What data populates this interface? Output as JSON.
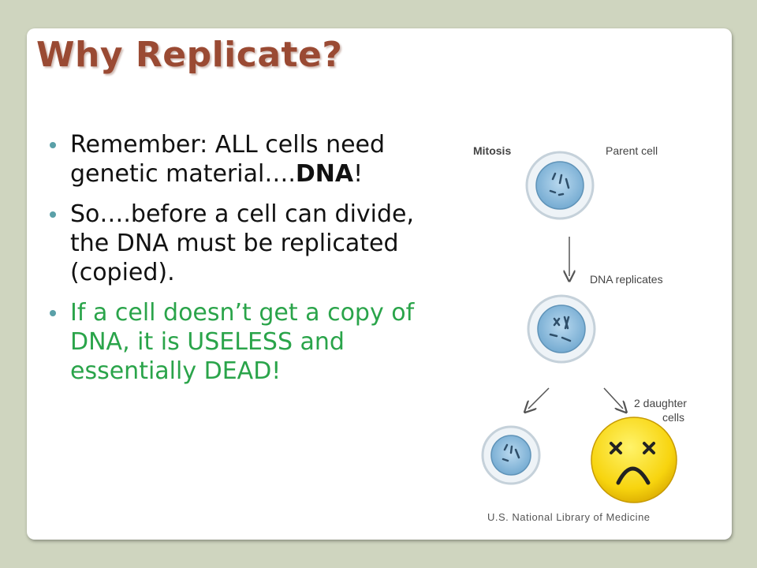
{
  "slide": {
    "title": "Why Replicate?",
    "bullets": [
      {
        "before": "Remember: ALL cells need genetic material….",
        "bold": "DNA",
        "after": "!"
      },
      {
        "text": "So….before a cell can divide, the DNA must be replicated (copied)."
      },
      {
        "text": "If a cell doesn’t get a copy of DNA, it is USELESS and essentially DEAD!"
      }
    ],
    "colors": {
      "title": "#9a4a33",
      "green_text": "#2aa44a",
      "bullet_dot": "#5aa0a8",
      "background": "#cfd5bf"
    }
  },
  "figure": {
    "label_mitosis": "Mitosis",
    "label_parent": "Parent cell",
    "label_replicates": "DNA replicates",
    "label_daughter_1": "2 daughter",
    "label_daughter_2": "cells",
    "credit": "U.S. National Library of Medicine",
    "sad_face_icon": "dead-face-icon"
  }
}
